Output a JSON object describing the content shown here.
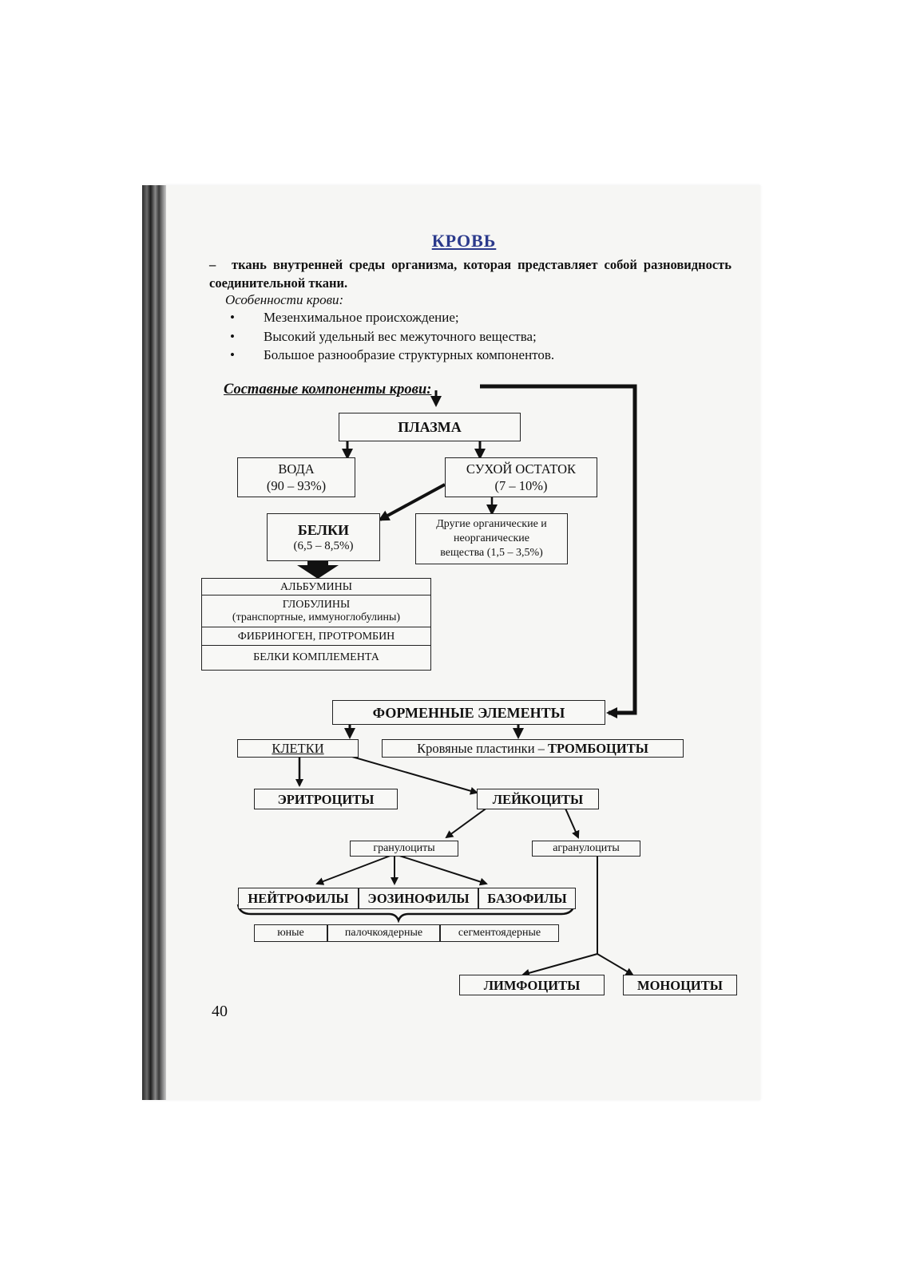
{
  "page": {
    "title": "КРОВЬ",
    "definition_dash": "–",
    "definition": "ткань внутренней среды организма, которая представляет собой разновидность соединительной ткани.",
    "features_heading": "Особенности крови:",
    "features": [
      "Мезенхимальное происхождение;",
      "Высокий удельный вес межуточного вещества;",
      "Большое разнообразие структурных компонентов."
    ],
    "bullet": "•",
    "components_heading": "Составные компоненты крови:",
    "page_number": "40"
  },
  "diagram": {
    "plasma": "ПЛАЗМА",
    "water": {
      "name": "ВОДА",
      "value": "(90 – 93%)"
    },
    "dry_residue": {
      "name": "СУХОЙ ОСТАТОК",
      "value": "(7 – 10%)"
    },
    "proteins": {
      "name": "БЕЛКИ",
      "value": "(6,5 – 8,5%)"
    },
    "other_substances": {
      "line1": "Другие органические и",
      "line2": "неорганические",
      "line3": "вещества (1,5 – 3,5%)"
    },
    "protein_types": {
      "albumins": "АЛЬБУМИНЫ",
      "globulins": "ГЛОБУЛИНЫ",
      "globulins_note": "(транспортные, иммуноглобулины)",
      "fibrinogen": "ФИБРИНОГЕН, ПРОТРОМБИН",
      "complement": "БЕЛКИ КОМПЛЕМЕНТА"
    },
    "formed_elements": "ФОРМЕННЫЕ ЭЛЕМЕНТЫ",
    "cells": "КЛЕТКИ",
    "platelets_prefix": "Кровяные пластинки – ",
    "platelets_name": "ТРОМБОЦИТЫ",
    "erythrocytes": "ЭРИТРОЦИТЫ",
    "leukocytes": "ЛЕЙКОЦИТЫ",
    "granulocytes": "гранулоциты",
    "agranulocytes": "агранулоциты",
    "neutrophils": "НЕЙТРОФИЛЫ",
    "eosinophils": "ЭОЗИНОФИЛЫ",
    "basophils": "БАЗОФИЛЫ",
    "young": "юные",
    "band": "палочкоядерные",
    "segmented": "сегментоядерные",
    "lymphocytes": "ЛИМФОЦИТЫ",
    "monocytes": "МОНОЦИТЫ"
  }
}
